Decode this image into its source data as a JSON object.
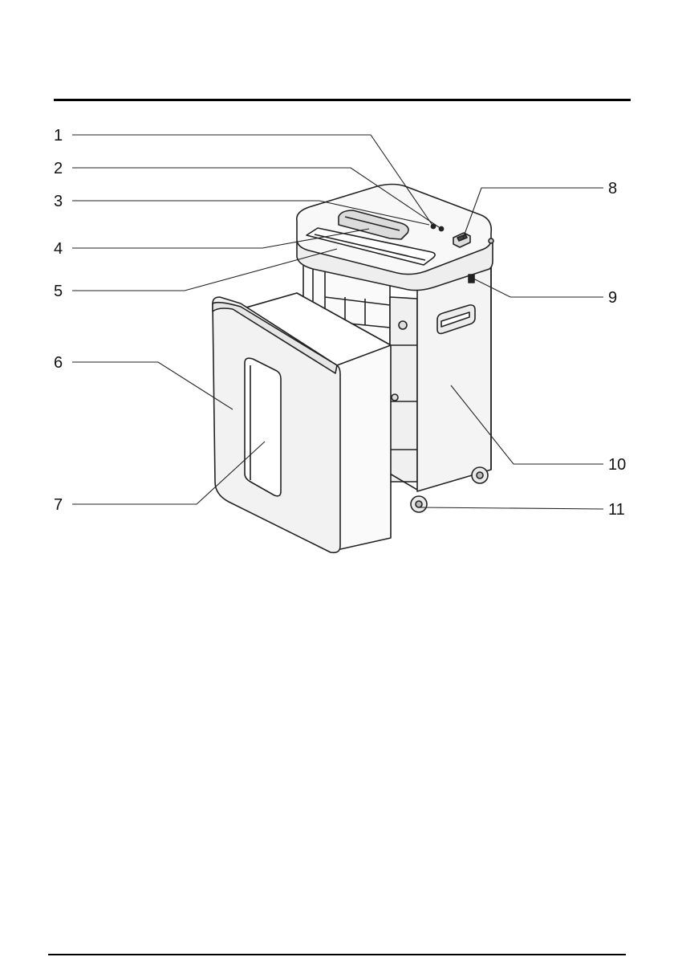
{
  "callouts": [
    {
      "label": "1"
    },
    {
      "label": "2"
    },
    {
      "label": "3"
    },
    {
      "label": "4"
    },
    {
      "label": "5"
    },
    {
      "label": "6"
    },
    {
      "label": "7"
    },
    {
      "label": "8"
    },
    {
      "label": "9"
    },
    {
      "label": "10"
    },
    {
      "label": "11"
    }
  ],
  "colors": {
    "line": "#222222",
    "body_fill": "#f4f4f4",
    "shadow": "#d8d8d8"
  },
  "icons": [
    "shredder-illustration"
  ]
}
